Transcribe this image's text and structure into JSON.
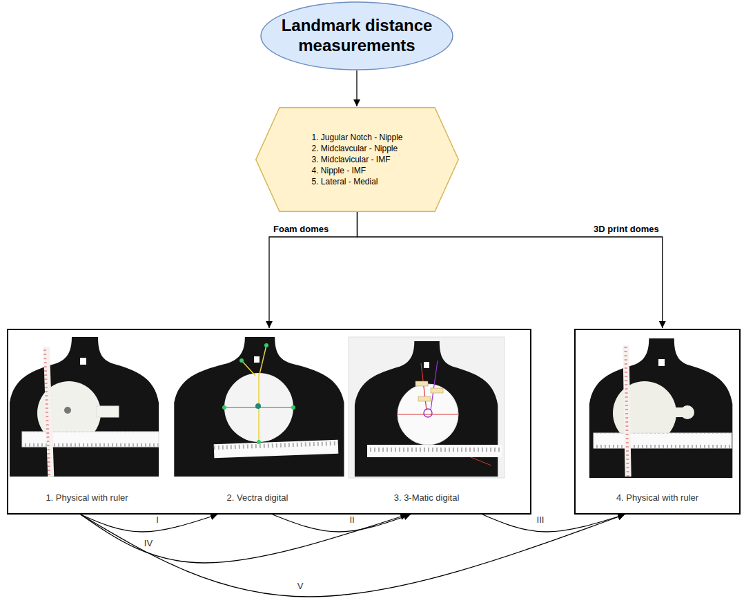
{
  "diagram": {
    "nodes": [
      {
        "text": [
          "Landmark distance measurements"
        ]
      },
      {
        "text": [
          "1. Jugular Notch - Nipple",
          "2. Midclavcular - Nipple",
          "3. Midclavicular - IMF",
          "4. Nipple - IMF",
          "5. Lateral - Medial"
        ]
      },
      {
        "text": []
      },
      {
        "text": [
          "1. Physical with ruler"
        ],
        "in": 2
      },
      {
        "text": [
          "2. Vectra digital"
        ],
        "in": 2
      },
      {
        "text": [
          "3. 3-Matic digital"
        ],
        "in": 2
      },
      {
        "text": []
      },
      {
        "text": [
          "4. Physical with ruler"
        ],
        "in": 6
      }
    ],
    "edges": [
      {
        "from": 0,
        "to": 1,
        "arrow": "to"
      },
      {
        "from": 1,
        "to": 2,
        "label": "Foam domes",
        "arrow": "to"
      },
      {
        "from": 1,
        "to": 6,
        "label": "3D print domes",
        "arrow": "to"
      },
      {
        "from": 3,
        "to": 4,
        "label": "I",
        "arrow": "to"
      },
      {
        "from": 4,
        "to": 5,
        "label": "II",
        "arrow": "to"
      },
      {
        "from": 5,
        "to": 7,
        "label": "III",
        "arrow": "to"
      },
      {
        "from": 3,
        "to": 5,
        "label": "IV",
        "arrow": "to"
      },
      {
        "from": 3,
        "to": 7,
        "label": "V",
        "arrow": "to"
      }
    ]
  }
}
